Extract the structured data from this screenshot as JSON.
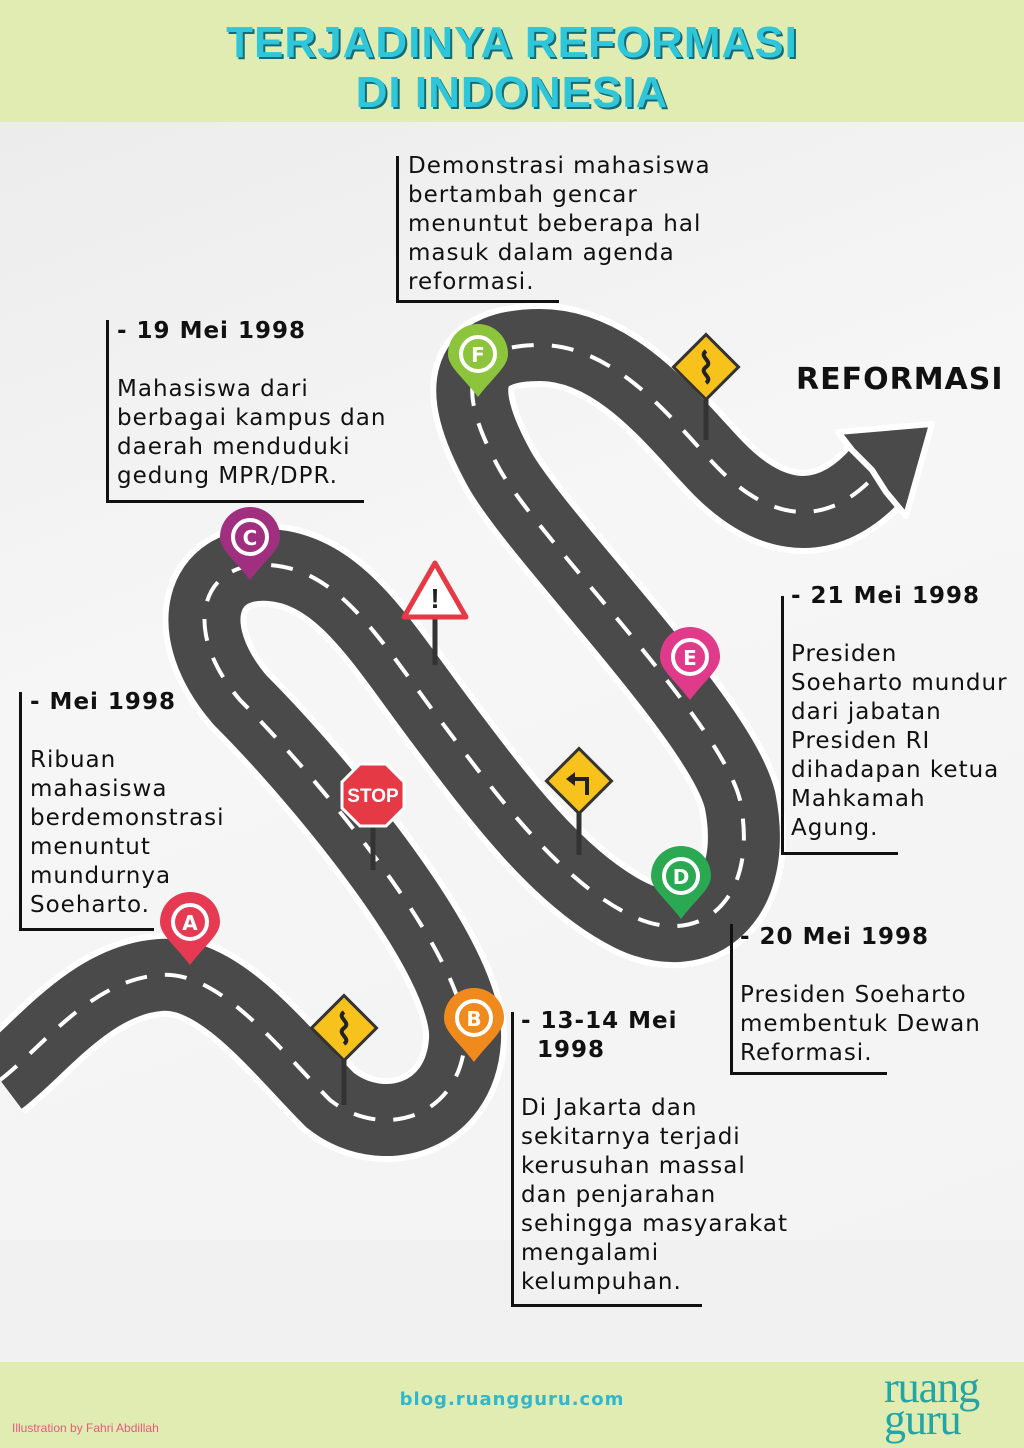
{
  "header": {
    "title_line1": "TERJADINYA REFORMASI",
    "title_line2": "DI INDONESIA"
  },
  "destination_label": "REFORMASI",
  "events": {
    "a": {
      "marker": "A",
      "date": "- Mei 1998",
      "desc": [
        "Ribuan",
        "mahasiswa",
        "berdemonstrasi",
        "menuntut",
        "mundurnya",
        "Soeharto."
      ]
    },
    "b": {
      "marker": "B",
      "date_lines": [
        "- 13-14 Mei",
        "1998"
      ],
      "desc": [
        "Di Jakarta dan",
        "sekitarnya terjadi",
        "kerusuhan massal",
        "dan penjarahan",
        "sehingga masyarakat",
        "mengalami",
        "kelumpuhan."
      ]
    },
    "c": {
      "marker": "C",
      "date": "- 19 Mei 1998",
      "desc": [
        "Mahasiswa dari",
        "berbagai kampus dan",
        "daerah menduduki",
        "gedung MPR/DPR."
      ]
    },
    "d": {
      "marker": "D",
      "date": "- 20 Mei 1998",
      "desc": [
        "Presiden Soeharto",
        "membentuk Dewan",
        "Reformasi."
      ]
    },
    "e": {
      "marker": "E",
      "date": "- 21 Mei 1998",
      "desc": [
        "Presiden",
        "Soeharto mundur",
        "dari jabatan",
        "Presiden RI",
        "dihadapan ketua",
        "Mahkamah",
        "Agung."
      ]
    },
    "f": {
      "marker": "F",
      "desc": [
        "Demonstrasi mahasiswa",
        "bertambah gencar",
        "menuntut beberapa hal",
        "masuk dalam agenda",
        "reformasi."
      ]
    }
  },
  "signs": {
    "stop": "STOP",
    "warning": "!"
  },
  "colors": {
    "a": "#e63a52",
    "b": "#f08a1c",
    "c": "#a0307f",
    "d": "#2ba852",
    "e": "#e03a8a",
    "f": "#8cc43c",
    "road": "#4a4a4a",
    "title": "#2fc6d9",
    "band": "#e0ecb1"
  },
  "footer": {
    "url": "blog.ruangguru.com",
    "credit": "Illustration by Fahri Abdillah",
    "brand_line1": "ruang",
    "brand_line2": "guru"
  }
}
